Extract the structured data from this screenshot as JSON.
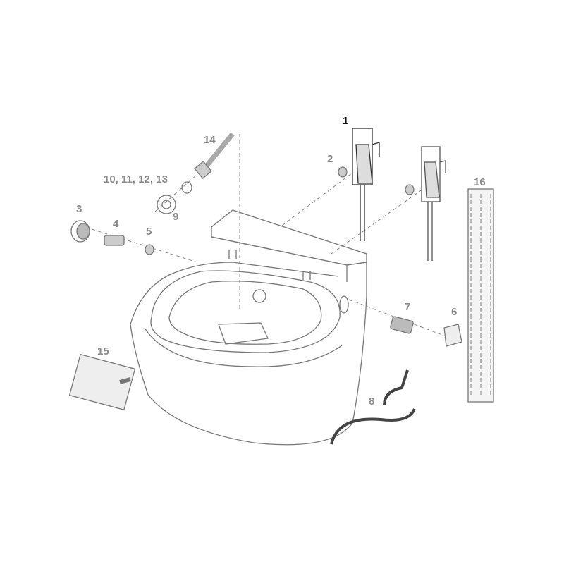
{
  "diagram": {
    "title": "Exploded parts view of a wall-hung shower toilet",
    "label_color": "#8a8a8a",
    "highlight_color": "#111111",
    "parts": [
      {
        "id": "1",
        "label": "1"
      },
      {
        "id": "2",
        "label": "2"
      },
      {
        "id": "3",
        "label": "3"
      },
      {
        "id": "4",
        "label": "4"
      },
      {
        "id": "5",
        "label": "5"
      },
      {
        "id": "6",
        "label": "6"
      },
      {
        "id": "7",
        "label": "7"
      },
      {
        "id": "8",
        "label": "8"
      },
      {
        "id": "9",
        "label": "9"
      },
      {
        "id": "10-13",
        "label": "10, 11, 12, 13"
      },
      {
        "id": "14",
        "label": "14"
      },
      {
        "id": "15",
        "label": "15"
      },
      {
        "id": "16",
        "label": "16"
      }
    ]
  }
}
